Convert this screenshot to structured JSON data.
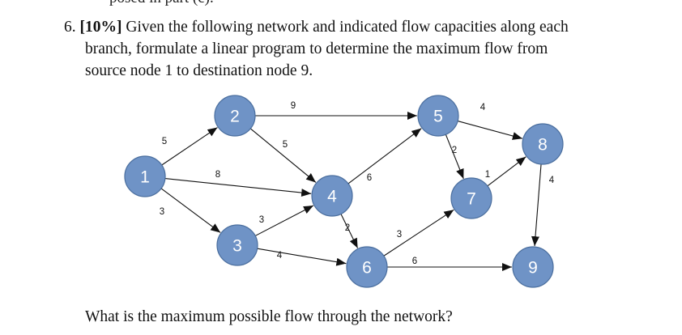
{
  "header_fragment": "posed in part (c).",
  "problem": {
    "number": "6.",
    "weight": "[10%]",
    "line1": "Given the following network and indicated flow capacities along each",
    "line2": "branch, formulate a linear program to determine the maximum flow from",
    "line3": "source node 1 to destination node 9."
  },
  "question": "What is the maximum possible flow through the network?",
  "colors": {
    "node_fill": "#6f93c6",
    "node_stroke": "#4a6e9e",
    "edge": "#111111"
  },
  "network": {
    "nodes": [
      {
        "id": "1",
        "label": "1"
      },
      {
        "id": "2",
        "label": "2"
      },
      {
        "id": "3",
        "label": "3"
      },
      {
        "id": "4",
        "label": "4"
      },
      {
        "id": "5",
        "label": "5"
      },
      {
        "id": "6",
        "label": "6"
      },
      {
        "id": "7",
        "label": "7"
      },
      {
        "id": "8",
        "label": "8"
      },
      {
        "id": "9",
        "label": "9"
      }
    ],
    "edges": [
      {
        "from": "1",
        "to": "2",
        "capacity": "5"
      },
      {
        "from": "1",
        "to": "4",
        "capacity": "8"
      },
      {
        "from": "1",
        "to": "3",
        "capacity": "3"
      },
      {
        "from": "2",
        "to": "5",
        "capacity": "9"
      },
      {
        "from": "2",
        "to": "4",
        "capacity": "5"
      },
      {
        "from": "3",
        "to": "4",
        "capacity": "3"
      },
      {
        "from": "3",
        "to": "6",
        "capacity": "4"
      },
      {
        "from": "4",
        "to": "5",
        "capacity": "6"
      },
      {
        "from": "4",
        "to": "6",
        "capacity": "2"
      },
      {
        "from": "5",
        "to": "8",
        "capacity": "4"
      },
      {
        "from": "5",
        "to": "7",
        "capacity": "2"
      },
      {
        "from": "6",
        "to": "7",
        "capacity": "3"
      },
      {
        "from": "6",
        "to": "9",
        "capacity": "6"
      },
      {
        "from": "7",
        "to": "8",
        "capacity": "1"
      },
      {
        "from": "8",
        "to": "9",
        "capacity": "4"
      }
    ]
  }
}
